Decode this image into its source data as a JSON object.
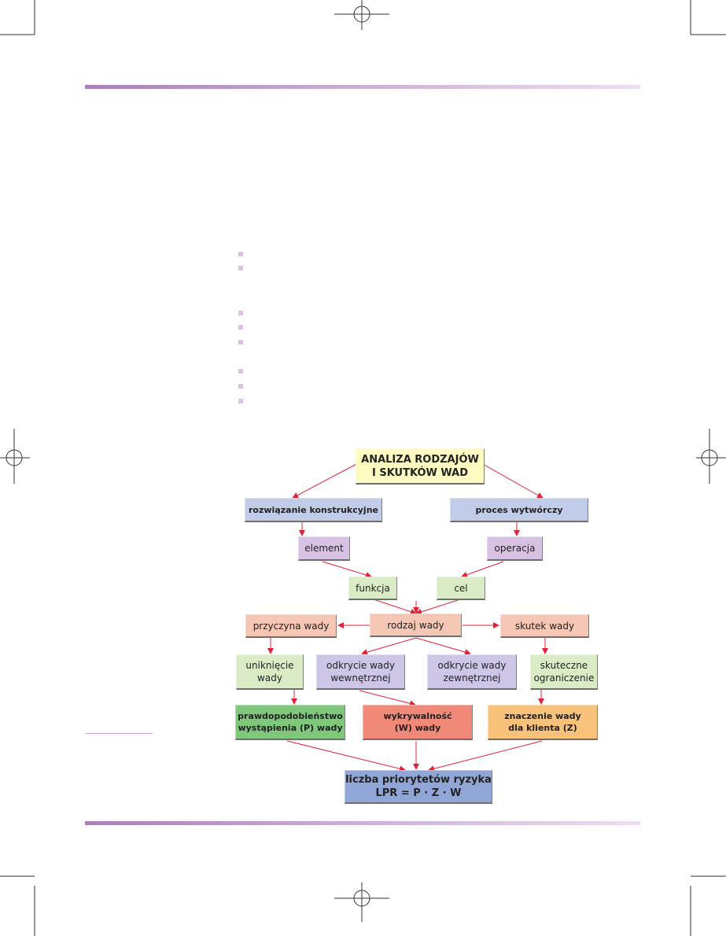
{
  "colors": {
    "rule": "#a881b8",
    "arrow": "#e0233a",
    "bullet": "#d9c2df"
  },
  "diagram": {
    "root": "ANALIZA RODZAJÓW\nI SKUTKÓW WAD",
    "design": "rozwiązanie konstrukcyjne",
    "process": "proces wytwórczy",
    "element": "element",
    "operation": "operacja",
    "function": "funkcja",
    "goal": "cel",
    "cause": "przyczyna wady",
    "defect_type": "rodzaj wady",
    "effect": "skutek wady",
    "avoidance": "uniknięcie\nwady",
    "internal_detection": "odkrycie wady\nwewnętrznej",
    "external_detection": "odkrycie wady\nzewnętrznej",
    "limitation": "skuteczne\nograniczenie",
    "probability": "prawdopodobieństwo\nwystąpienia (P) wady",
    "detectability": "wykrywalność\n(W) wady",
    "significance": "znaczenie wady\ndla klienta (Z)",
    "rpn": "liczba priorytetów ryzyka\nLPR = P · Z · W"
  }
}
